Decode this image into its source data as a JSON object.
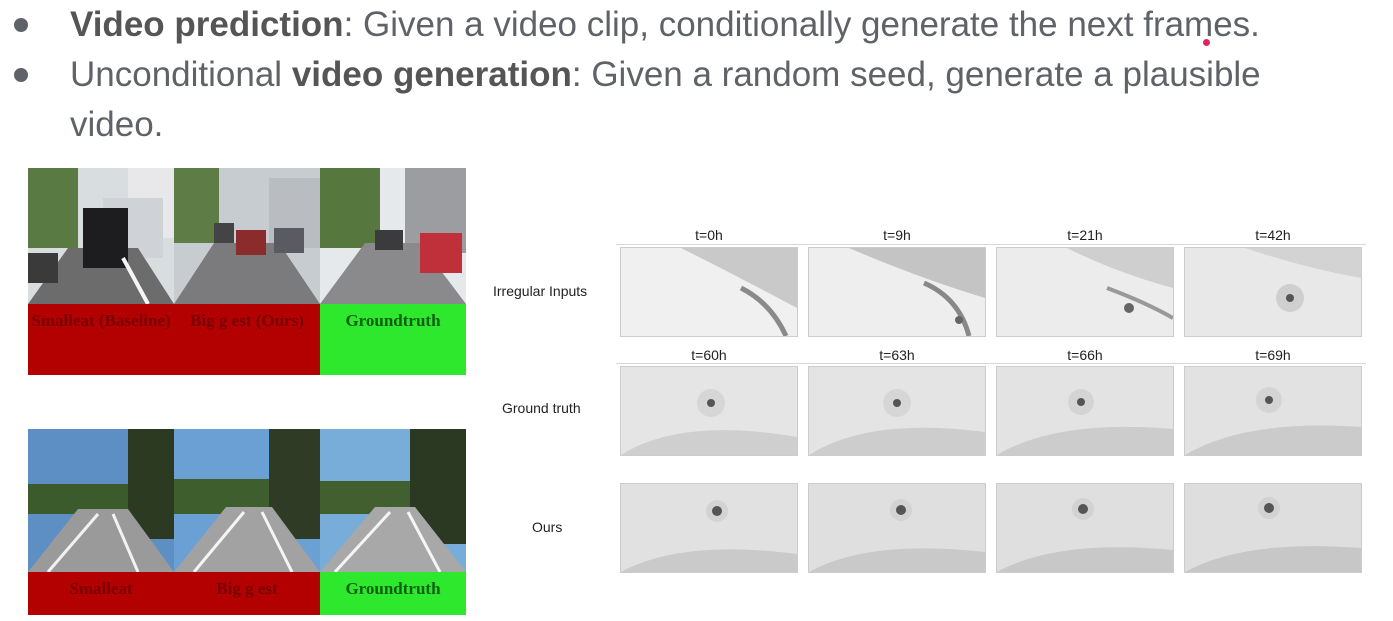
{
  "bullets": [
    {
      "bold": "Video prediction",
      "rest": ": Given a video clip, conditionally generate the next frames."
    },
    {
      "pre": "Unconditional ",
      "bold": "video generation",
      "rest": ": Given a random seed, generate a plausible",
      "line2": "video."
    }
  ],
  "car_figure": {
    "top_labels": [
      "Smalleat (Baseline)",
      "Big g est (Ours)",
      "Groundtruth"
    ],
    "bottom_labels": [
      "Smalleat",
      "Big g est",
      "Groundtruth"
    ]
  },
  "weather_figure": {
    "row_labels": [
      "Irregular Inputs",
      "Ground truth",
      "Ours"
    ],
    "times_top": [
      "t=0h",
      "t=9h",
      "t=21h",
      "t=42h"
    ],
    "times_mid": [
      "t=60h",
      "t=63h",
      "t=66h",
      "t=69h"
    ]
  },
  "colors": {
    "accent_red": "#b30000",
    "accent_green": "#2ee82e",
    "laser_pointer": "#e0245e",
    "text_gray": "#5f6368"
  }
}
